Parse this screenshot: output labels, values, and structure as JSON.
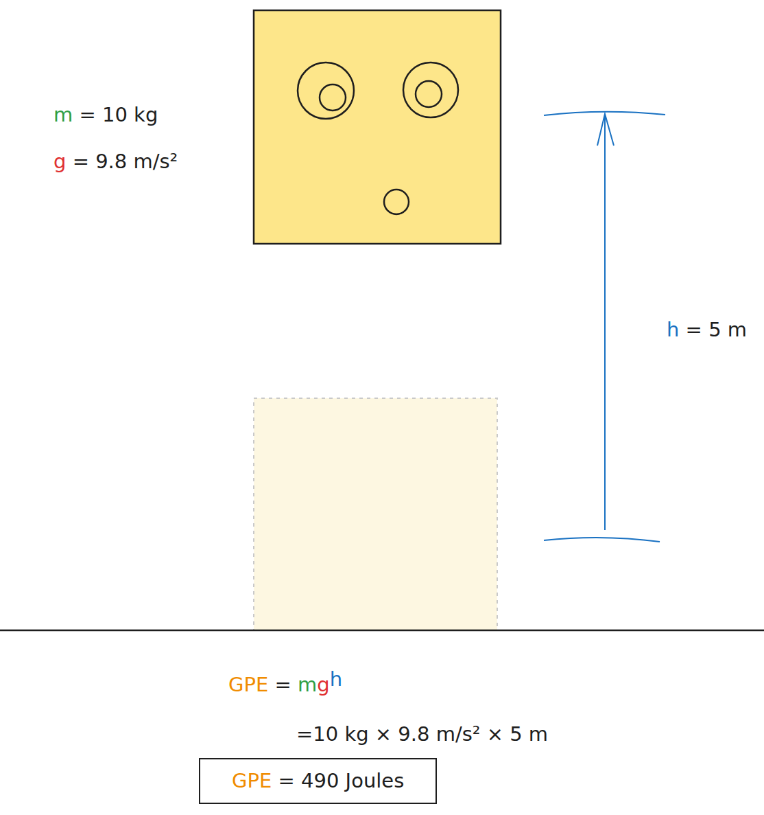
{
  "diagram": {
    "nodes": [
      {
        "text": [
          "GPE = 490 Joules"
        ]
      }
    ],
    "labels": [
      "m = 10 kg",
      "g = 9.8 m/s²",
      "h = 5 m",
      "GPE = mgh",
      "=10 kg × 9.8 m/s² × 5 m"
    ]
  }
}
